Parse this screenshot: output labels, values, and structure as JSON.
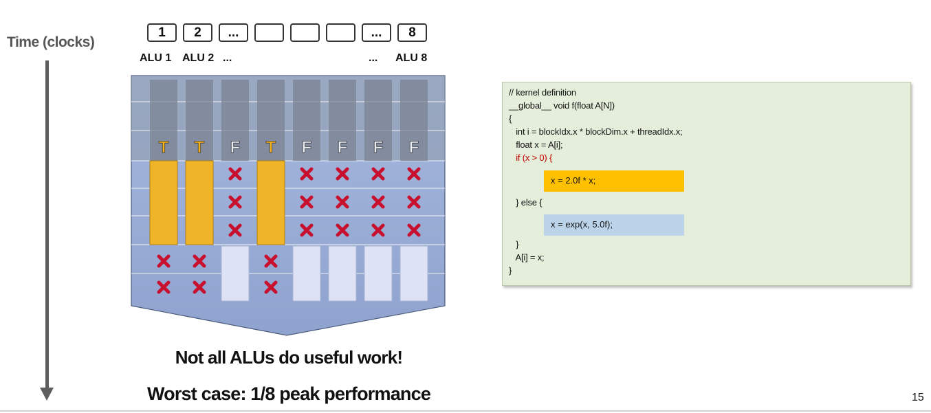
{
  "diagram": {
    "time_label": "Time (clocks)",
    "alu_boxes": [
      "1",
      "2",
      "...",
      "",
      "",
      "",
      "...",
      "8"
    ],
    "alu_captions": {
      "first": "ALU 1",
      "second": "ALU 2",
      "mid_dots": "...",
      "end_dots": "...",
      "last": "ALU 8"
    },
    "conditions": [
      "T",
      "T",
      "F",
      "T",
      "F",
      "F",
      "F",
      "F"
    ],
    "rows_then_branch": 3,
    "rows_else_branch": 2,
    "colors": {
      "true_label": "#f5b41c",
      "false_label": "#e8ecf4",
      "active_bar": "#f0b429",
      "else_bar": "#dde3f5",
      "masked_x": "#c8102e",
      "grid_bg": "#95a9d3"
    }
  },
  "captions": {
    "line1": "Not all ALUs do useful work!",
    "line2": "Worst case: 1/8 peak performance"
  },
  "code": {
    "lines": [
      "// kernel definition",
      "__global__ void f(float A[N])",
      "{",
      "   int i = blockIdx.x * blockDim.x + threadIdx.x;",
      "   float x = A[i];",
      "   if (x > 0) {",
      "   } else {",
      "   }",
      "   A[i] = x;",
      "}"
    ],
    "then_stmt": "x = 2.0f * x;",
    "else_stmt": "x = exp(x, 5.0f);",
    "highlight_colors": {
      "then": "#ffc000",
      "else": "#bcd4ea"
    }
  },
  "page_number": "15"
}
